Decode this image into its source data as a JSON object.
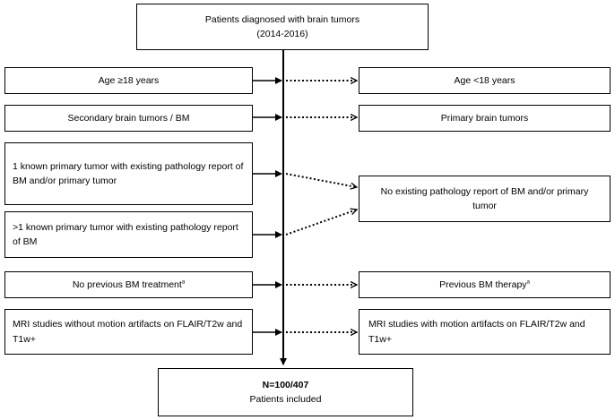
{
  "top": {
    "line1": "Patients diagnosed with brain tumors",
    "line2": "(2014-2016)"
  },
  "left": [
    {
      "text": "Age ≥18 years"
    },
    {
      "text": "Secondary brain tumors / BM"
    },
    {
      "text": "1 known primary tumor with existing pathology report of BM and/or primary tumor"
    },
    {
      "text": ">1 known primary tumor with existing pathology report of BM"
    },
    {
      "text": "No previous BM treatment",
      "sup": "a"
    },
    {
      "text": "MRI studies without motion artifacts on FLAIR/T2w and T1w+"
    }
  ],
  "right": [
    {
      "text": "Age <18 years"
    },
    {
      "text": "Primary brain tumors"
    },
    {
      "text": "No existing pathology report of BM and/or primary tumor"
    },
    {
      "text": "Previous BM therapy",
      "sup": "a"
    },
    {
      "text": "MRI studies with motion artifacts on FLAIR/T2w and T1w+"
    }
  ],
  "bottom": {
    "count": "N=100/407",
    "label": "Patients included"
  }
}
